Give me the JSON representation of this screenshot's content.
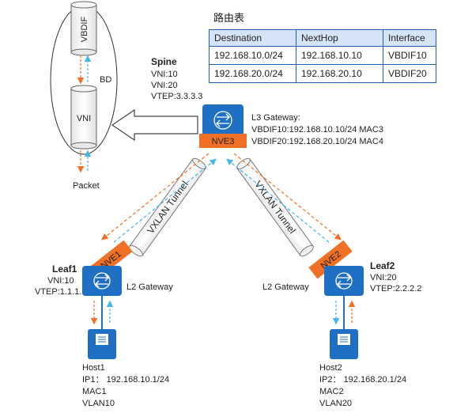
{
  "route_table": {
    "title": "路由表",
    "headers": [
      "Destination",
      "NextHop",
      "Interface"
    ],
    "rows": [
      [
        "192.168.10.0/24",
        "192.168.10.10",
        "VBDIF10"
      ],
      [
        "192.168.20.0/24",
        "192.168.20.10",
        "VBDIF20"
      ]
    ]
  },
  "legend": {
    "vbdif": "VBDIF",
    "bd": "BD",
    "vni": "VNI",
    "packet": "Packet"
  },
  "spine": {
    "name": "Spine",
    "lines": [
      "VNI:10",
      "VNI:20",
      "VTEP:3.3.3.3"
    ],
    "nve": "NVE3",
    "gateway_lines": [
      "L3 Gateway:",
      "VBDIF10:192.168.10.10/24 MAC3",
      "VBDIF20:192.168.20.10/24 MAC4"
    ]
  },
  "tunnels": {
    "left": "VXLAN Tunnel",
    "right": "VXLAN Tunnel"
  },
  "leaf1": {
    "name": "Leaf1",
    "lines": [
      "VNI:10",
      "VTEP:1.1.1.1"
    ],
    "nve": "NVE1",
    "gateway": "L2 Gateway"
  },
  "leaf2": {
    "name": "Leaf2",
    "lines": [
      "VNI:20",
      "VTEP:2.2.2.2"
    ],
    "nve": "NVE2",
    "gateway": "L2 Gateway"
  },
  "host1": {
    "lines": [
      "Host1",
      "IP1： 192.168.10.1/24",
      "MAC1",
      "VLAN10"
    ]
  },
  "host2": {
    "lines": [
      "Host2",
      "IP2： 192.168.20.1/24",
      "MAC2",
      "VLAN20"
    ]
  },
  "colors": {
    "blue_device": "#1f6fc5",
    "orange_nve": "#f07026",
    "dashed_blue": "#47b6e8",
    "dashed_orange": "#f07026",
    "table_border": "#1f5fb0",
    "table_header": "#d6e4f7"
  }
}
